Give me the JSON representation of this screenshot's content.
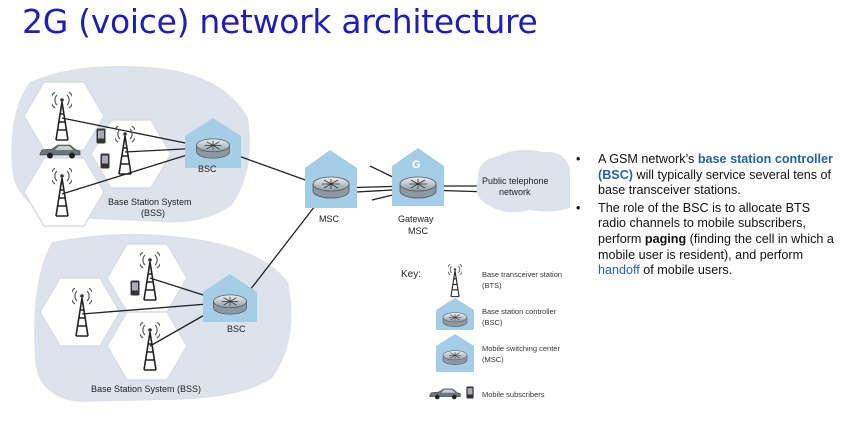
{
  "title": "2G (voice) network architecture",
  "labels": {
    "bsc_top": "BSC",
    "bsc_bottom": "BSC",
    "bss_top_1": "Base Station System",
    "bss_top_2": "(BSS)",
    "bss_bottom": "Base Station System (BSS)",
    "msc": "MSC",
    "gateway_1": "Gateway",
    "gateway_2": "MSC",
    "gateway_letter": "G",
    "pstn_1": "Public telephone",
    "pstn_2": "network"
  },
  "key": {
    "title": "Key:",
    "items": [
      {
        "icon": "bts-tower-icon",
        "line1": "Base transceiver station",
        "line2": "(BTS)"
      },
      {
        "icon": "bsc-icon",
        "line1": "Base station controller",
        "line2": "(BSC)"
      },
      {
        "icon": "msc-icon",
        "line1": "Mobile switching center",
        "line2": "(MSC)"
      },
      {
        "icon": "mobile-subscribers-icon",
        "line1": "Mobile subscribers",
        "line2": ""
      }
    ]
  },
  "bullets": {
    "b1_pre": "A GSM network’s ",
    "b1_hl": "base station controller (BSC)",
    "b1_post": " will typically service several tens of base transceiver stations.",
    "b2_pre": "The role of the BSC is to allocate BTS radio channels to mobile subscribers, perform ",
    "b2_bold": "paging",
    "b2_mid": " (finding the cell in which a mobile user is resident), and perform ",
    "b2_hl": "handoff",
    "b2_post": " of mobile users."
  },
  "colors": {
    "title": "#1f1fb4",
    "highlight": "#2563a8",
    "bss_area": "#dde3ec",
    "bsc_house": "#a6cde8"
  }
}
